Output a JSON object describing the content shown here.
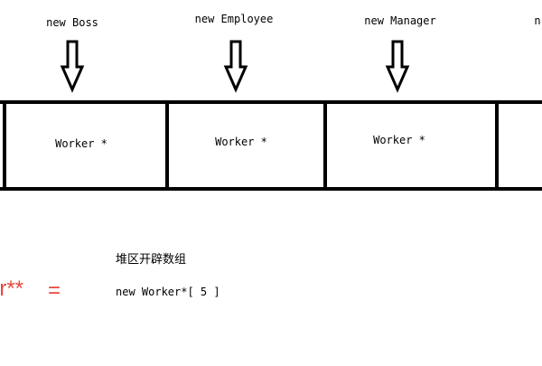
{
  "labels": {
    "new_boss": "new Boss",
    "new_employee": "new Employee",
    "new_manager": "new Manager",
    "new_partial": "n"
  },
  "array": {
    "cell_text": "Worker *"
  },
  "pointer_text": "er**",
  "equals_sign": "=",
  "heap_caption": "堆区开辟数组",
  "code_text": "new Worker*[ 5 ]",
  "colors": {
    "line": "#000000",
    "accent_red": "#e8473f",
    "background": "#ffffff"
  }
}
